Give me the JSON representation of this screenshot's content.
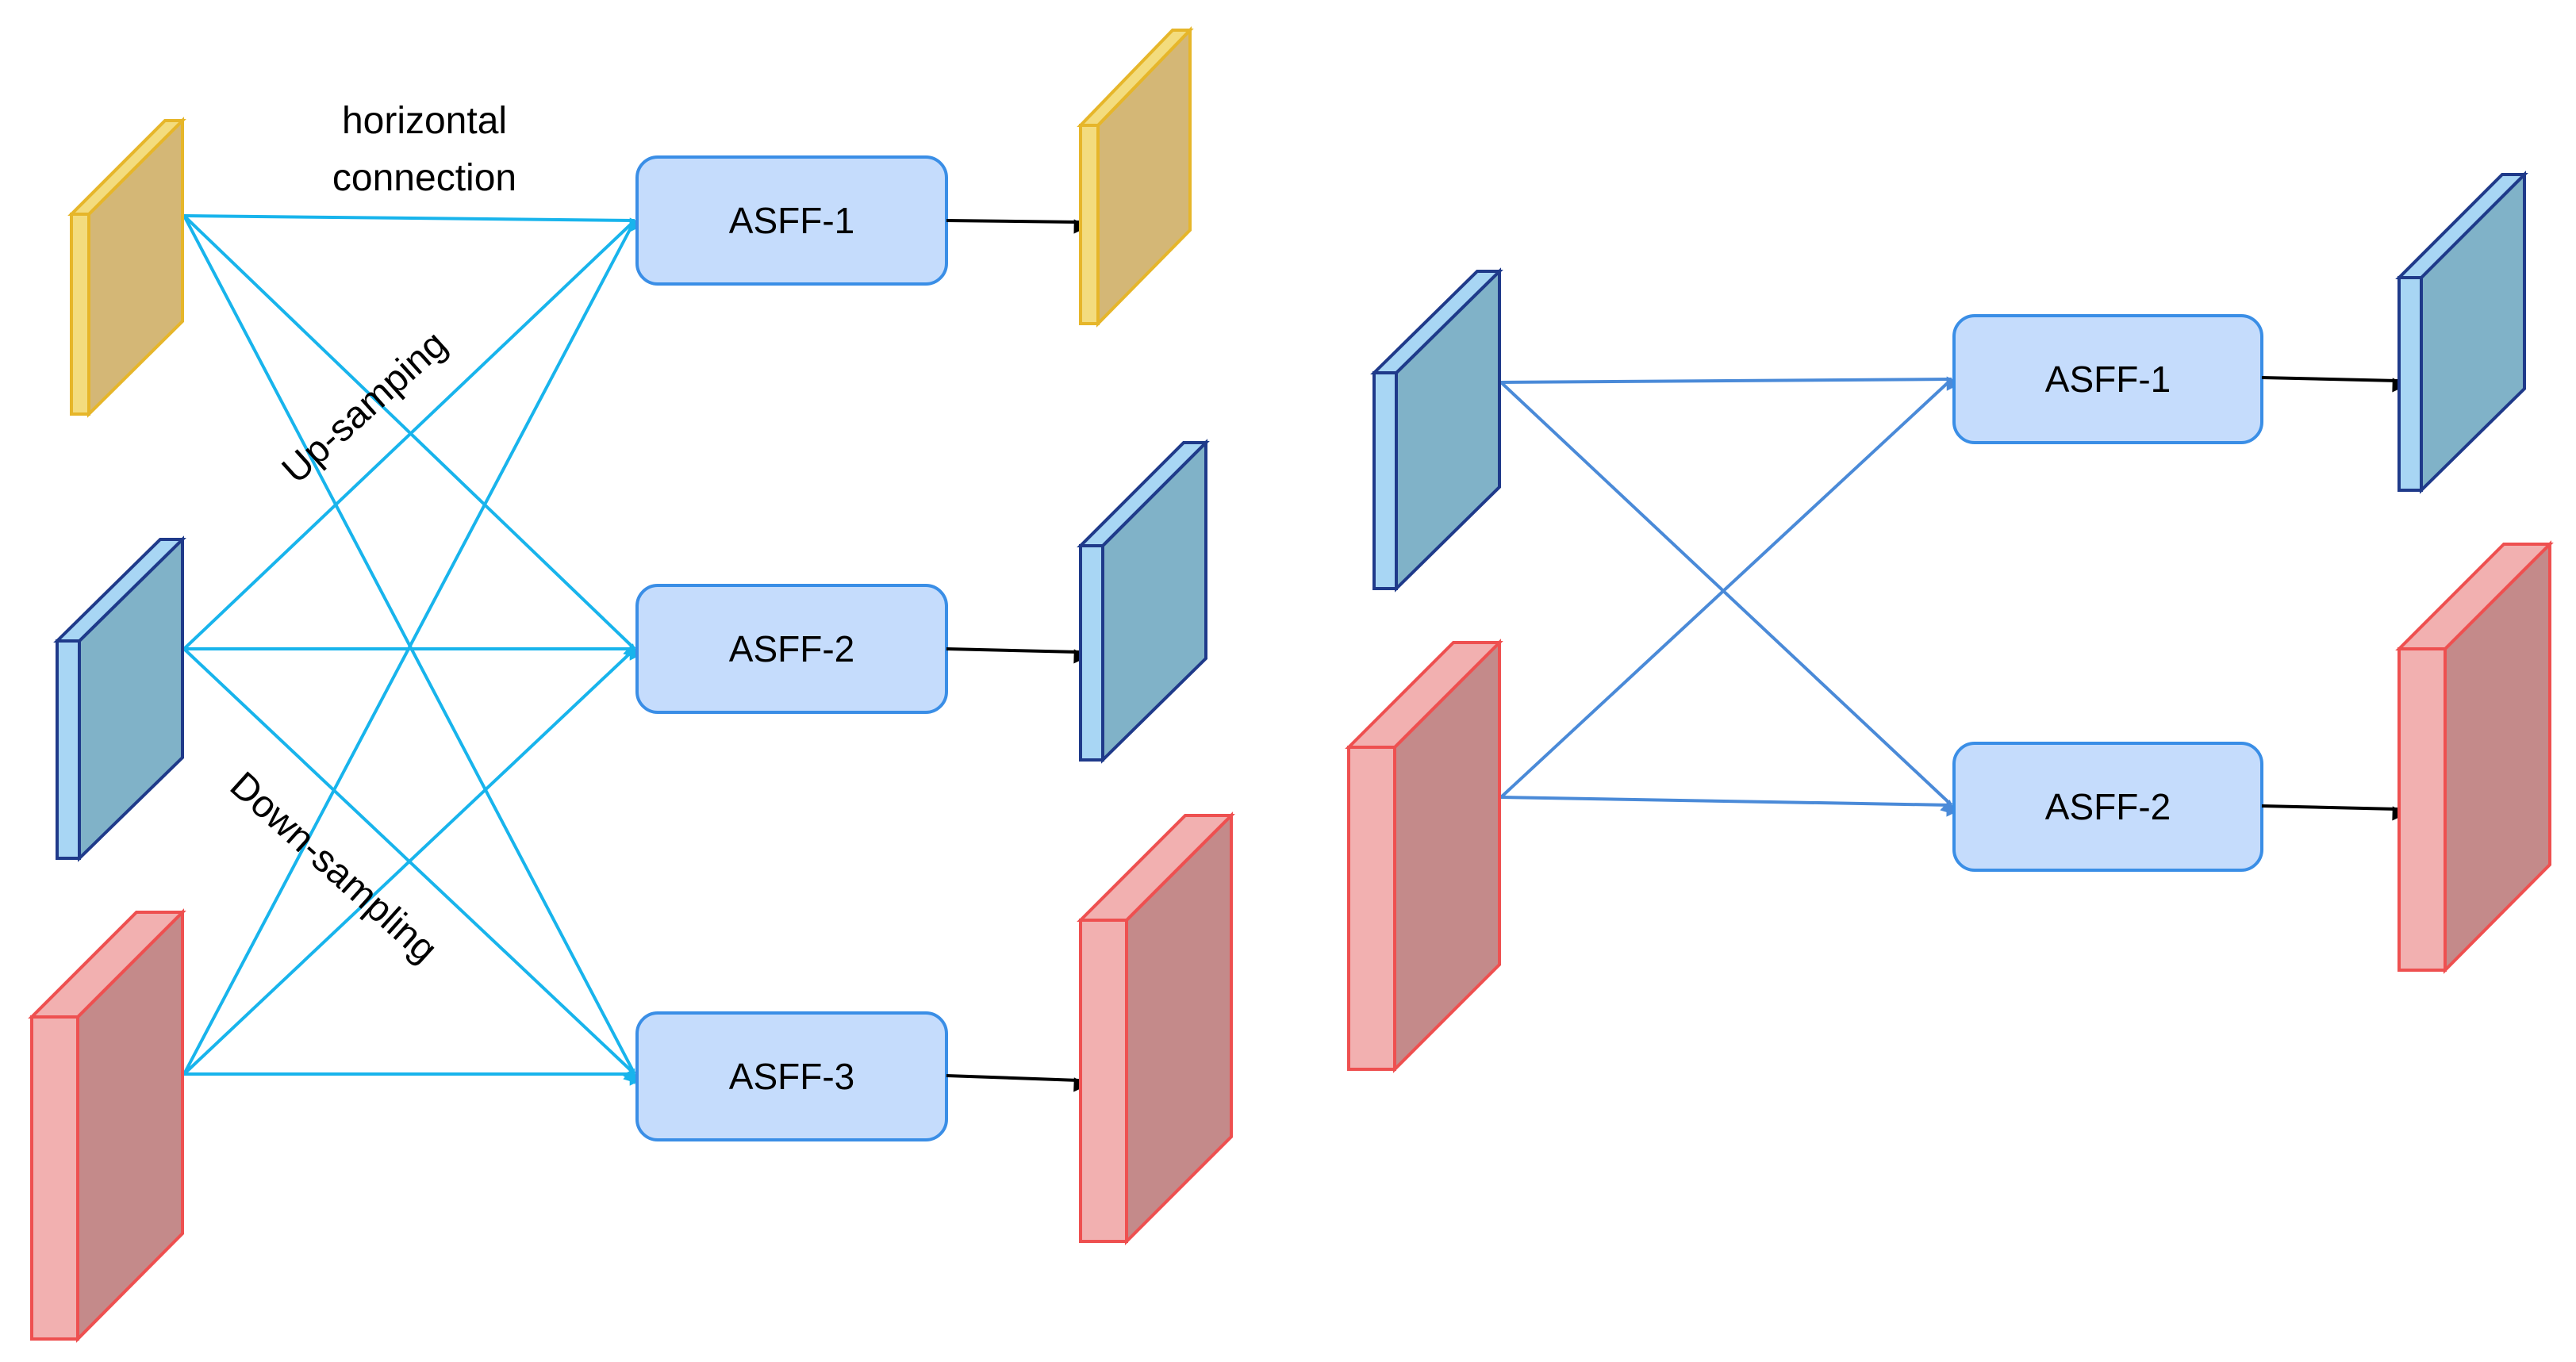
{
  "colors": {
    "background": "#ffffff",
    "connector_left": "#18b4ec",
    "connector_right": "#4a8ad8",
    "output_arrow": "#000000",
    "asff_fill": "#c5dcfc",
    "asff_stroke": "#3a8ee6",
    "gold_front": "#f3dc7e",
    "gold_side": "#d4b776",
    "gold_stroke": "#e6b62a",
    "blue_front": "#a8d6f4",
    "blue_side": "#80b2c8",
    "blue_stroke": "#1f3a8a",
    "red_front": "#f2b0b0",
    "red_side": "#c48a8a",
    "red_stroke": "#ee5050"
  },
  "left_panel": {
    "annotations": {
      "horizontal_line1": "horizontal",
      "horizontal_line2": "connection",
      "upsampling": "Up-samping",
      "downsampling": "Down-sampling"
    },
    "asff_nodes": [
      {
        "id": "asff-1",
        "label": "ASFF-1"
      },
      {
        "id": "asff-2",
        "label": "ASFF-2"
      },
      {
        "id": "asff-3",
        "label": "ASFF-3"
      }
    ],
    "inputs": [
      {
        "id": "level-1",
        "color": "gold"
      },
      {
        "id": "level-2",
        "color": "blue"
      },
      {
        "id": "level-3",
        "color": "red"
      }
    ],
    "outputs": [
      {
        "id": "out-1",
        "color": "gold"
      },
      {
        "id": "out-2",
        "color": "blue"
      },
      {
        "id": "out-3",
        "color": "red"
      }
    ]
  },
  "right_panel": {
    "asff_nodes": [
      {
        "id": "asff-1",
        "label": "ASFF-1"
      },
      {
        "id": "asff-2",
        "label": "ASFF-2"
      }
    ],
    "inputs": [
      {
        "id": "level-1",
        "color": "blue"
      },
      {
        "id": "level-2",
        "color": "red"
      }
    ],
    "outputs": [
      {
        "id": "out-1",
        "color": "blue"
      },
      {
        "id": "out-2",
        "color": "red"
      }
    ]
  }
}
